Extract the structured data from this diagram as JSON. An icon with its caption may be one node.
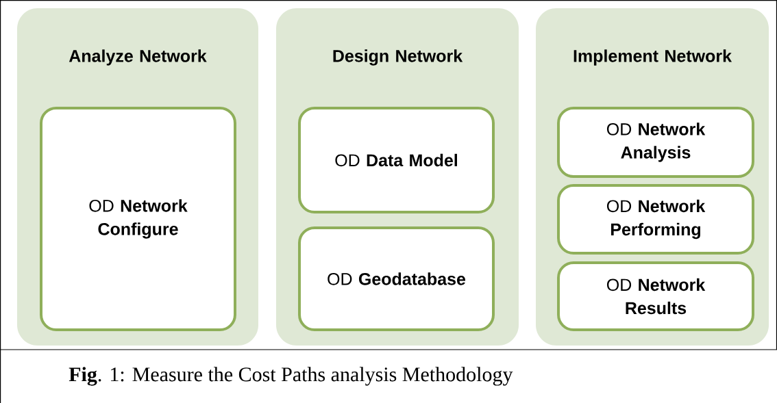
{
  "diagram": {
    "caption": "**Fig**. 1: Measure the Cost Paths analysis Methodology",
    "nodes": [
      {
        "text": [
          "Analyze Network"
        ]
      },
      {
        "text": [
          "OD **Network Configure**"
        ],
        "in": 0
      },
      {
        "text": [
          "Design Network"
        ]
      },
      {
        "text": [
          "OD **Data Model**"
        ],
        "in": 2
      },
      {
        "text": [
          "OD **Geodatabase**"
        ],
        "in": 2
      },
      {
        "text": [
          "Implement Network"
        ]
      },
      {
        "text": [
          "OD **Network Analysis**"
        ],
        "in": 5
      },
      {
        "text": [
          "OD **Network Performing**"
        ],
        "in": 5
      },
      {
        "text": [
          "OD **Network Results**"
        ],
        "in": 5
      }
    ],
    "edges": []
  }
}
